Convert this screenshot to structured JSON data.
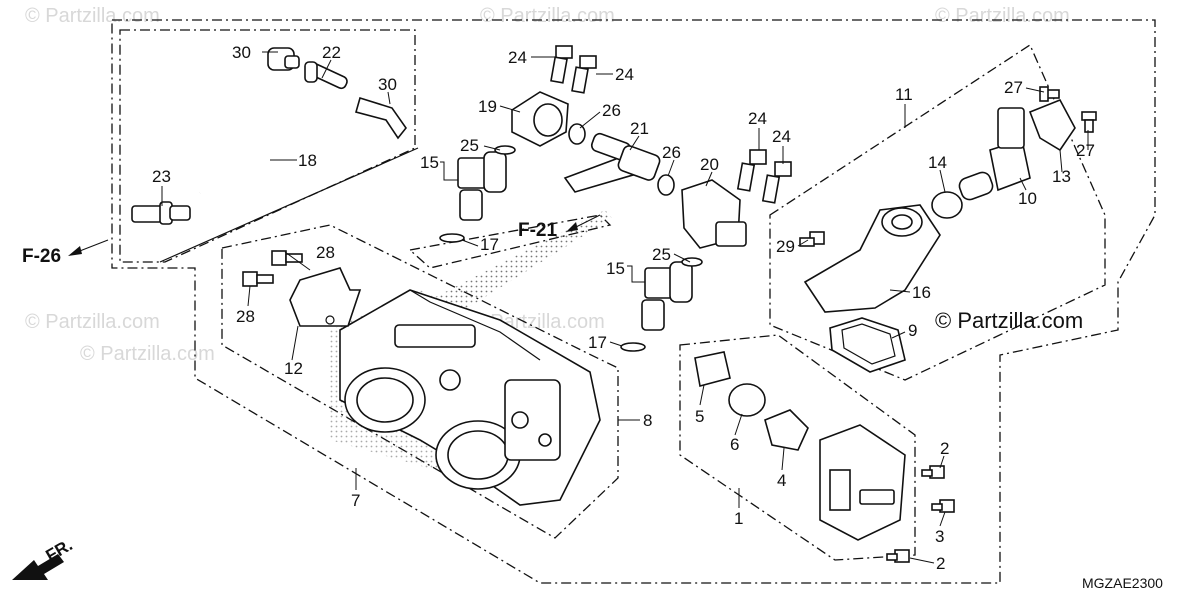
{
  "watermarks": [
    "© Partzilla.com",
    "© Partzilla.com",
    "© Partzilla.com",
    "© Partzilla.com",
    "© Partzilla.com",
    "© Partzilla.com"
  ],
  "brand_text": "© Partzilla.com",
  "diagram_code": "MGZAE2300",
  "ref_f26": "F-26",
  "ref_f21": "F-21",
  "front_label": "FR.",
  "callouts": {
    "c30a": "30",
    "c22": "22",
    "c30b": "30",
    "c18": "18",
    "c23": "23",
    "c24a": "24",
    "c24b": "24",
    "c19": "19",
    "c26a": "26",
    "c21": "21",
    "c25a": "25",
    "c15a": "15",
    "c26b": "26",
    "c20": "20",
    "c17a": "17",
    "c24c": "24",
    "c24d": "24",
    "c11": "11",
    "c27a": "27",
    "c27b": "27",
    "c14": "14",
    "c13": "13",
    "c10": "10",
    "c29": "29",
    "c16": "16",
    "c9": "9",
    "c28a": "28",
    "c28b": "28",
    "c12": "12",
    "c25b": "25",
    "c15b": "15",
    "c17b": "17",
    "c8": "8",
    "c7": "7",
    "c5": "5",
    "c6": "6",
    "c4": "4",
    "c1": "1",
    "c2a": "2",
    "c3": "3",
    "c2b": "2"
  },
  "colors": {
    "line": "#111111",
    "watermark": "#d8d8d8",
    "background": "#ffffff"
  }
}
